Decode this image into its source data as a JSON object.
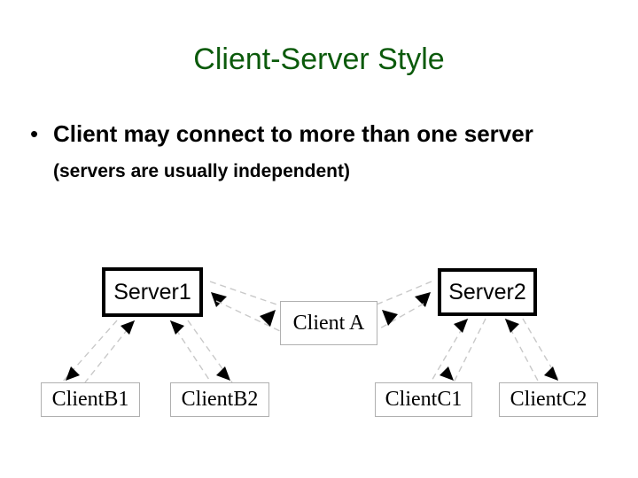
{
  "slide": {
    "title": "Client-Server Style",
    "title_color": "#0b5a0b",
    "background_color": "#ffffff",
    "bullets": [
      {
        "marker": "•",
        "main_text": "Client may connect to more than one server ",
        "paren_text": "(servers are usually independent)"
      }
    ]
  },
  "diagram": {
    "type": "node-link",
    "nodes": [
      {
        "id": "server1",
        "label": "Server1",
        "kind": "server"
      },
      {
        "id": "server2",
        "label": "Server2",
        "kind": "server"
      },
      {
        "id": "clientA",
        "label": "Client A",
        "kind": "client"
      },
      {
        "id": "clientB1",
        "label": "ClientB1",
        "kind": "client"
      },
      {
        "id": "clientB2",
        "label": "ClientB2",
        "kind": "client"
      },
      {
        "id": "clientC1",
        "label": "ClientC1",
        "kind": "client"
      },
      {
        "id": "clientC2",
        "label": "ClientC2",
        "kind": "client"
      }
    ],
    "edges": [
      {
        "from": "server1",
        "to": "clientA",
        "style": "dashed",
        "direction": "bidirectional"
      },
      {
        "from": "server2",
        "to": "clientA",
        "style": "dashed",
        "direction": "bidirectional"
      },
      {
        "from": "server1",
        "to": "clientB1",
        "style": "dashed",
        "direction": "bidirectional"
      },
      {
        "from": "server1",
        "to": "clientB2",
        "style": "dashed",
        "direction": "bidirectional"
      },
      {
        "from": "server2",
        "to": "clientC1",
        "style": "dashed",
        "direction": "bidirectional"
      },
      {
        "from": "server2",
        "to": "clientC2",
        "style": "dashed",
        "direction": "bidirectional"
      }
    ],
    "edge_color": "#c9c9c9",
    "arrow_color": "#000000",
    "server_border_color": "#000000",
    "client_border_color": "#b0b0b0"
  }
}
